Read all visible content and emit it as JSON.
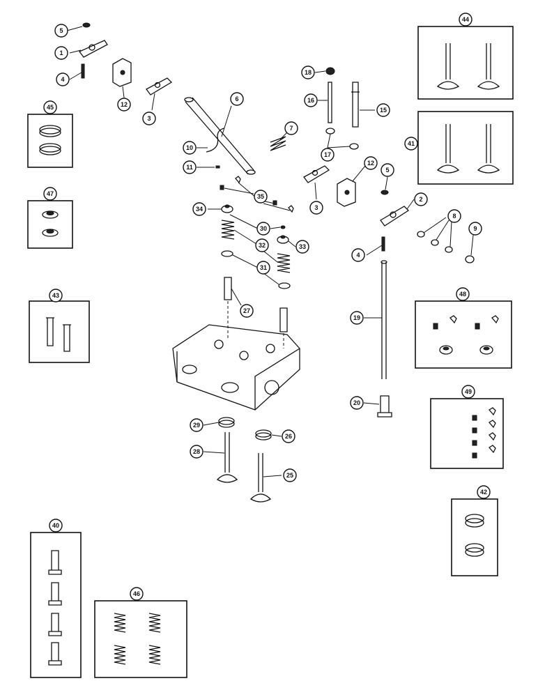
{
  "diagram": {
    "callouts": [
      {
        "label": "1"
      },
      {
        "label": "2"
      },
      {
        "label": "3"
      },
      {
        "label": "3"
      },
      {
        "label": "4"
      },
      {
        "label": "4"
      },
      {
        "label": "5"
      },
      {
        "label": "5"
      },
      {
        "label": "6"
      },
      {
        "label": "7"
      },
      {
        "label": "8"
      },
      {
        "label": "9"
      },
      {
        "label": "10"
      },
      {
        "label": "11"
      },
      {
        "label": "12"
      },
      {
        "label": "12"
      },
      {
        "label": "15"
      },
      {
        "label": "16"
      },
      {
        "label": "17"
      },
      {
        "label": "18"
      },
      {
        "label": "19"
      },
      {
        "label": "20"
      },
      {
        "label": "25"
      },
      {
        "label": "26"
      },
      {
        "label": "27"
      },
      {
        "label": "28"
      },
      {
        "label": "29"
      },
      {
        "label": "30"
      },
      {
        "label": "31"
      },
      {
        "label": "32"
      },
      {
        "label": "33"
      },
      {
        "label": "34"
      },
      {
        "label": "35"
      },
      {
        "label": "40"
      },
      {
        "label": "41"
      },
      {
        "label": "42"
      },
      {
        "label": "43"
      },
      {
        "label": "44"
      },
      {
        "label": "45"
      },
      {
        "label": "46"
      },
      {
        "label": "47"
      },
      {
        "label": "48"
      },
      {
        "label": "49"
      }
    ]
  }
}
